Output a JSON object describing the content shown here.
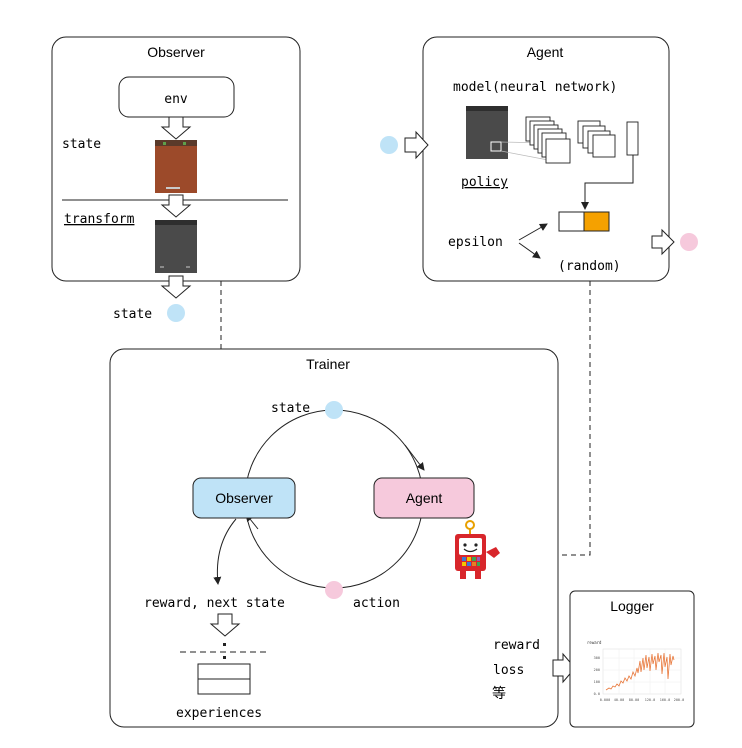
{
  "observer": {
    "title": "Observer",
    "env": "env",
    "state": "state",
    "transform": "transform",
    "state_out": "state"
  },
  "agent": {
    "title": "Agent",
    "model": "model(neural network)",
    "policy": "policy",
    "epsilon": "epsilon",
    "random": "(random)"
  },
  "trainer": {
    "title": "Trainer",
    "state": "state",
    "observer": "Observer",
    "agent": "Agent",
    "reward_next_state": "reward, next state",
    "action": "action",
    "experiences": "experiences",
    "reward": "reward",
    "loss": "loss",
    "etc": "等"
  },
  "logger": {
    "title": "Logger",
    "chart_label": "reward",
    "chart_yticks": [
      "300",
      "200",
      "100",
      "0.0"
    ],
    "chart_xticks": [
      "0.000",
      "40.00",
      "80.00",
      "120.0",
      "160.0",
      "200.0"
    ]
  },
  "colors": {
    "state_dot": "#bfe3f7",
    "action_dot": "#f6c9dc",
    "observer_fill": "#bfe3f7",
    "agent_fill": "#f6c9dc",
    "frame_brown": "#9c4a2a",
    "frame_gray": "#4a4a4a",
    "orange": "#f5a100",
    "curve": "#e8773a"
  }
}
